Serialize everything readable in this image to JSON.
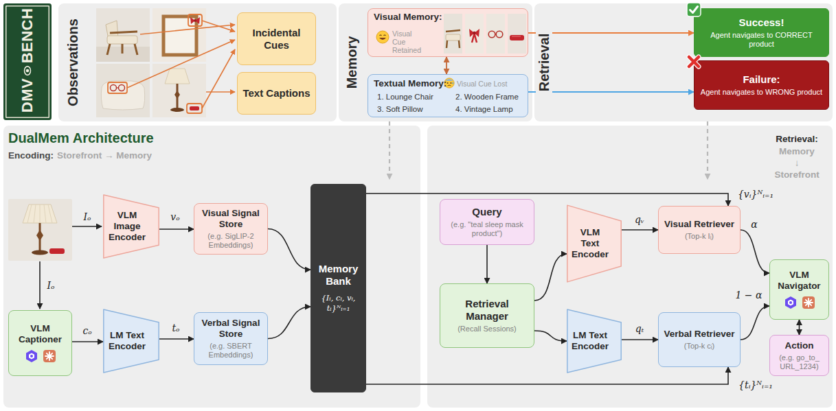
{
  "diagram": {
    "nodes": [
      {
        "text": [
          "DMV",
          "BENCH"
        ]
      },
      {
        "text": [
          "Observations"
        ]
      },
      {
        "text": [
          "Incidental Cues"
        ],
        "in": 1
      },
      {
        "text": [
          "Text Captions"
        ],
        "in": 1
      },
      {
        "text": [
          "Memory"
        ]
      },
      {
        "text": [
          "Visual Memory:",
          "Visual Cue Retained"
        ],
        "in": 4
      },
      {
        "text": [
          "Textual Memory:",
          "Visual Cue Lost",
          "1. Lounge Chair",
          "2. Wooden Frame",
          "3. Soft Pillow",
          "4. Vintage Lamp"
        ],
        "in": 4
      },
      {
        "text": [
          "Retrieval"
        ]
      },
      {
        "text": [
          "Success!",
          "Agent navigates to CORRECT product"
        ],
        "in": 7
      },
      {
        "text": [
          "Failure:",
          "Agent navigates to WRONG product"
        ],
        "in": 7
      },
      {
        "text": [
          "DualMem Architecture",
          "Encoding:",
          "Storefront → Memory"
        ]
      },
      {
        "text": [
          "VLM Image Encoder"
        ],
        "in": 10
      },
      {
        "text": [
          "Visual Signal Store",
          "(e.g. SigLIP-2 Embeddings)"
        ],
        "in": 10
      },
      {
        "text": [
          "VLM Captioner"
        ],
        "in": 10
      },
      {
        "text": [
          "LM Text Encoder"
        ],
        "in": 10
      },
      {
        "text": [
          "Verbal Signal Store",
          "(e.g. SBERT Embeddings)"
        ],
        "in": 10
      },
      {
        "text": [
          "Memory Bank",
          "{Iᵢ, cᵢ, vᵢ, tᵢ}ᴺᵢ₌₁"
        ],
        "in": 10
      },
      {
        "text": [
          "Retrieval:",
          "Memory",
          "↓",
          "Storefront"
        ]
      },
      {
        "text": [
          "Query",
          "(e.g. \"teal sleep mask product\")"
        ],
        "in": 17
      },
      {
        "text": [
          "Retrieval Manager",
          "(Recall Sessions)"
        ],
        "in": 17
      },
      {
        "text": [
          "VLM Text Encoder"
        ],
        "in": 17
      },
      {
        "text": [
          "LM Text Encoder"
        ],
        "in": 17
      },
      {
        "text": [
          "Visual Retriever",
          "(Top-k Iᵢ)"
        ],
        "in": 17
      },
      {
        "text": [
          "Verbal Retriever",
          "(Top-k cᵢ)"
        ],
        "in": 17
      },
      {
        "text": [
          "VLM Navigator"
        ],
        "in": 17
      },
      {
        "text": [
          "Action",
          "(e.g. go_to_ URL_1234)"
        ],
        "in": 17
      }
    ],
    "edges": [
      {
        "from": 5,
        "to": 6,
        "arrow": "both"
      },
      {
        "from": 5,
        "to": 8,
        "arrow": "to"
      },
      {
        "from": 6,
        "to": 9,
        "arrow": "to"
      },
      {
        "from": 4,
        "to": 10,
        "arrow": "to"
      },
      {
        "from": 7,
        "to": 17,
        "arrow": "to"
      },
      {
        "from": 11,
        "to": 12,
        "arrow": "to",
        "label": "vₒ"
      },
      {
        "from": 13,
        "to": 14,
        "arrow": "to",
        "label": "cₒ"
      },
      {
        "from": 14,
        "to": 15,
        "arrow": "to",
        "label": "tₒ"
      },
      {
        "from": 12,
        "to": 16,
        "arrow": "to"
      },
      {
        "from": 15,
        "to": 16,
        "arrow": "to"
      },
      {
        "from": 16,
        "to": 22,
        "arrow": "to",
        "label": "{vᵢ}ᴺᵢ₌₁"
      },
      {
        "from": 16,
        "to": 23,
        "arrow": "to",
        "label": "{tᵢ}ᴺᵢ₌₁"
      },
      {
        "from": 18,
        "to": 19,
        "arrow": "to"
      },
      {
        "from": 19,
        "to": 20,
        "arrow": "to"
      },
      {
        "from": 19,
        "to": 21,
        "arrow": "to"
      },
      {
        "from": 20,
        "to": 22,
        "arrow": "to",
        "label": "qᵥ"
      },
      {
        "from": 21,
        "to": 23,
        "arrow": "to",
        "label": "qₜ"
      },
      {
        "from": 22,
        "to": 24,
        "arrow": "to",
        "label": "α"
      },
      {
        "from": 23,
        "to": 24,
        "arrow": "to",
        "label": "1 − α"
      },
      {
        "from": 24,
        "to": 25,
        "arrow": "both"
      }
    ],
    "labels": [
      "Iₒ",
      "Iₒ"
    ]
  }
}
